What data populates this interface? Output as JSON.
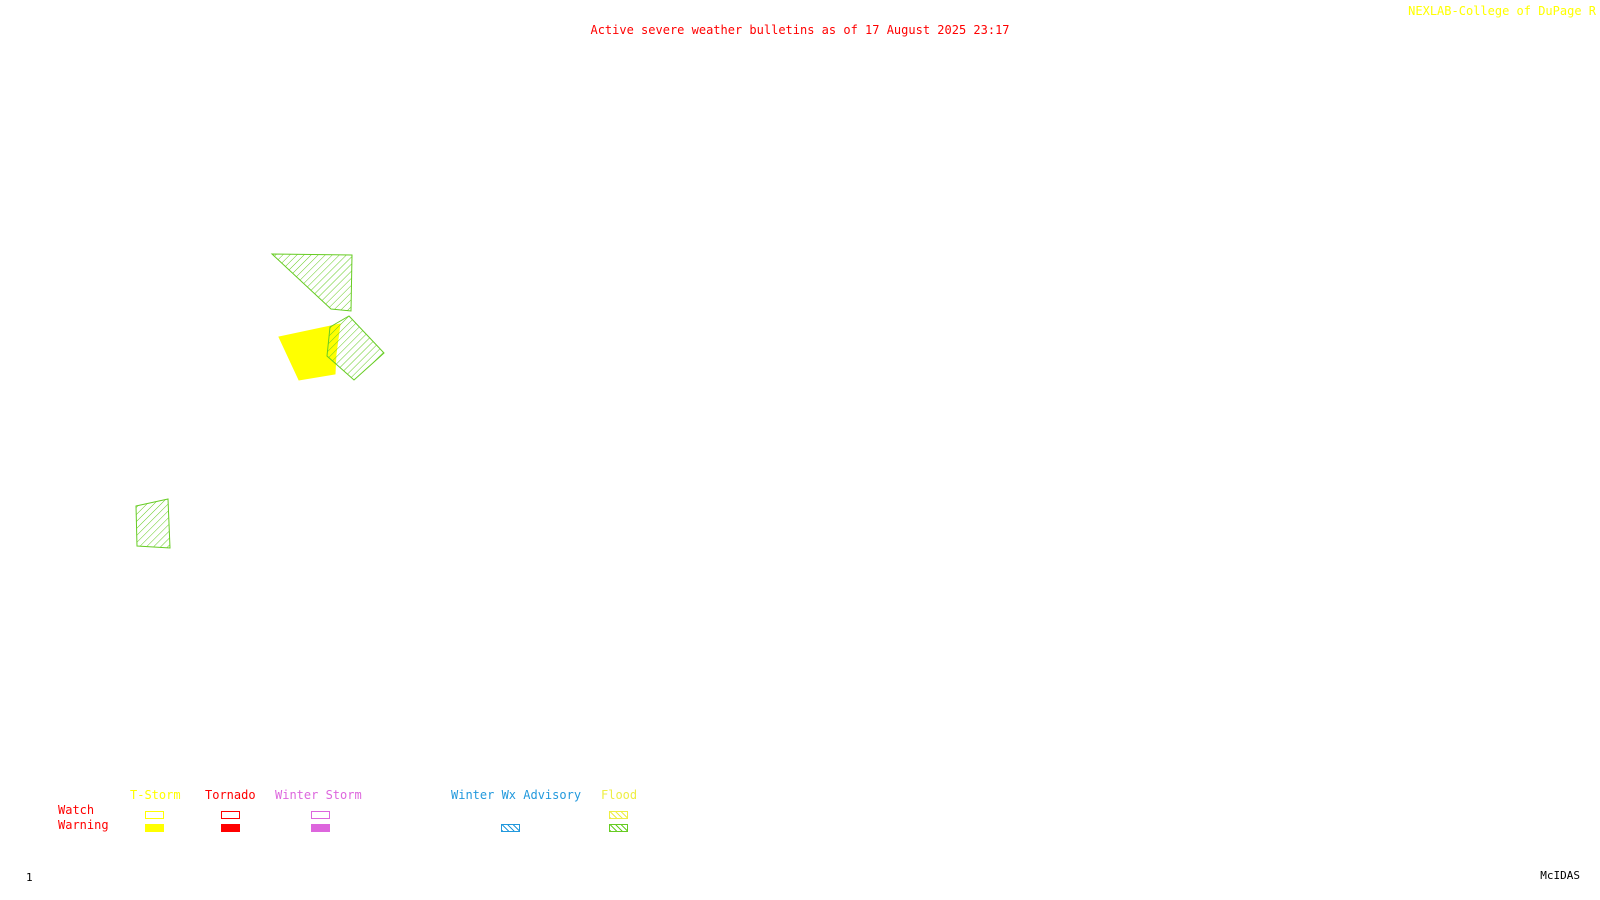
{
  "header": {
    "title": "Active severe weather bulletins as of 17 August 2025 23:17",
    "credit": "NEXLAB-College of DuPage R",
    "title_color": "#ff0000",
    "credit_color": "#ffff00"
  },
  "footer": {
    "frame_number": "1",
    "software": "McIDAS"
  },
  "colors": {
    "tstorm": "#ffff00",
    "tornado": "#ff0000",
    "winter_storm": "#dd66dd",
    "winter_advisory": "#2299dd",
    "flood_watch": "#eeee44",
    "flood_warning": "#66cc22",
    "row_label": "#ff0000"
  },
  "legend": {
    "row_labels": {
      "watch": "Watch",
      "warning": "Warning"
    },
    "columns": [
      {
        "id": "tstorm",
        "label": "T-Storm",
        "watch_style": "outline",
        "warning_style": "solid"
      },
      {
        "id": "tornado",
        "label": "Tornado",
        "watch_style": "outline",
        "warning_style": "solid"
      },
      {
        "id": "winter_storm",
        "label": "Winter Storm",
        "watch_style": "outline",
        "warning_style": "solid"
      },
      {
        "id": "winter_advisory",
        "label": "Winter Wx Advisory",
        "watch_style": "none",
        "warning_style": "hatched"
      },
      {
        "id": "flood",
        "label": "Flood",
        "watch_style": "hatched",
        "warning_style": "hatched"
      }
    ]
  },
  "bulletins": [
    {
      "id": "flood-warning-1",
      "type": "Flood",
      "status": "Warning",
      "style": "hatched",
      "color": "#66cc22"
    },
    {
      "id": "tstorm-warning-1",
      "type": "T-Storm",
      "status": "Warning",
      "style": "solid",
      "color": "#ffff00"
    },
    {
      "id": "flood-warning-2",
      "type": "Flood",
      "status": "Warning",
      "style": "hatched",
      "color": "#66cc22"
    },
    {
      "id": "flood-warning-3",
      "type": "Flood",
      "status": "Warning",
      "style": "hatched",
      "color": "#66cc22"
    }
  ]
}
